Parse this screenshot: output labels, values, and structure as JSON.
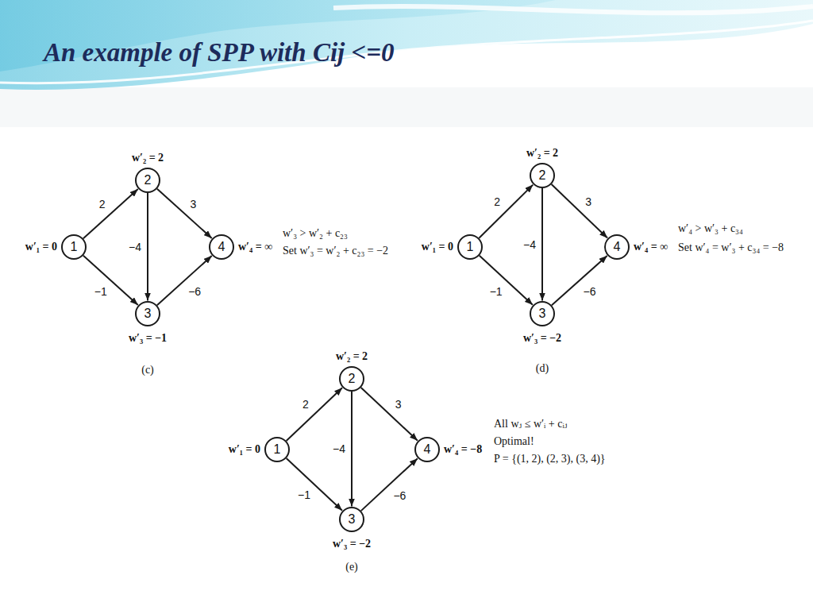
{
  "diagram": {
    "title": "An example of SPP with Cij <=0",
    "nodes": [
      {
        "text": [
          "1",
          "w′₁ = 0"
        ]
      },
      {
        "text": [
          "2",
          "w′₂ = 2"
        ]
      },
      {
        "text": [
          "3",
          "w′₃ = −1"
        ]
      },
      {
        "text": [
          "4",
          "w′₄ = ∞"
        ]
      },
      {
        "text": [
          "1",
          "w′₁ = 0"
        ]
      },
      {
        "text": [
          "2",
          "w′₂ = 2"
        ]
      },
      {
        "text": [
          "3",
          "w′₃ = −2"
        ]
      },
      {
        "text": [
          "4",
          "w′₄ = ∞"
        ]
      },
      {
        "text": [
          "1",
          "w′₁ = 0"
        ]
      },
      {
        "text": [
          "2",
          "w′₂ = 2"
        ]
      },
      {
        "text": [
          "3",
          "w′₃ = −2"
        ]
      },
      {
        "text": [
          "4",
          "w′₄ = −8"
        ]
      }
    ],
    "edges": [
      {
        "from": 0,
        "to": 1,
        "arrow": "to",
        "label": "2"
      },
      {
        "from": 1,
        "to": 3,
        "arrow": "to",
        "label": "3"
      },
      {
        "from": 1,
        "to": 2,
        "arrow": "to",
        "label": "−4"
      },
      {
        "from": 0,
        "to": 2,
        "arrow": "to",
        "label": "−1"
      },
      {
        "from": 2,
        "to": 3,
        "arrow": "to",
        "label": "−6"
      },
      {
        "from": 4,
        "to": 5,
        "arrow": "to",
        "label": "2"
      },
      {
        "from": 5,
        "to": 7,
        "arrow": "to",
        "label": "3"
      },
      {
        "from": 5,
        "to": 6,
        "arrow": "to",
        "label": "−4"
      },
      {
        "from": 4,
        "to": 6,
        "arrow": "to",
        "label": "−1"
      },
      {
        "from": 6,
        "to": 7,
        "arrow": "to",
        "label": "−6"
      },
      {
        "from": 8,
        "to": 9,
        "arrow": "to",
        "label": "2"
      },
      {
        "from": 9,
        "to": 11,
        "arrow": "to",
        "label": "3"
      },
      {
        "from": 9,
        "to": 10,
        "arrow": "to",
        "label": "−4"
      },
      {
        "from": 8,
        "to": 10,
        "arrow": "to",
        "label": "−1"
      },
      {
        "from": 10,
        "to": 11,
        "arrow": "to",
        "label": "−6"
      }
    ],
    "labels": [
      "w′₃ > w′₂ + c₂₃",
      "Set w′₃ = w′₂ + c₂₃ = −2",
      "(c)",
      "w′₄ > w′₃ + c₃₄",
      "Set w′₄ = w′₃ + c₃₄ = −8",
      "(d)",
      "All wⱼ ≤ w′ᵢ + cᵢⱼ",
      "Optimal!",
      "P = {(1, 2), (2, 3), (3, 4)}",
      "(e)"
    ]
  }
}
